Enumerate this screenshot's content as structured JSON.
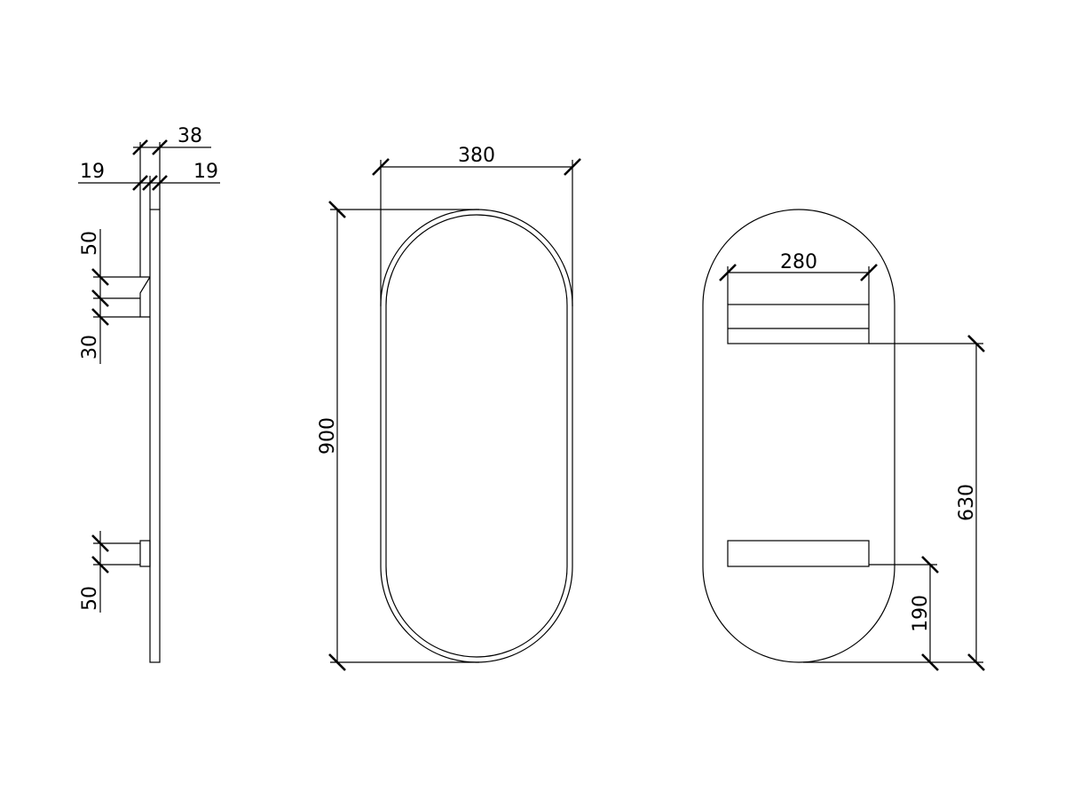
{
  "colors": {
    "background": "#ffffff",
    "line": "#000000"
  },
  "side_view": {
    "total_depth": "38",
    "left_thickness": "19",
    "right_thickness": "19",
    "top_rail_height": "50",
    "rail_gap": "30",
    "bottom_rail_height": "50"
  },
  "front_view": {
    "width": "380",
    "height": "900"
  },
  "rear_view": {
    "rail_width": "280",
    "upper_rail_height": "630",
    "lower_rail_height": "190"
  }
}
